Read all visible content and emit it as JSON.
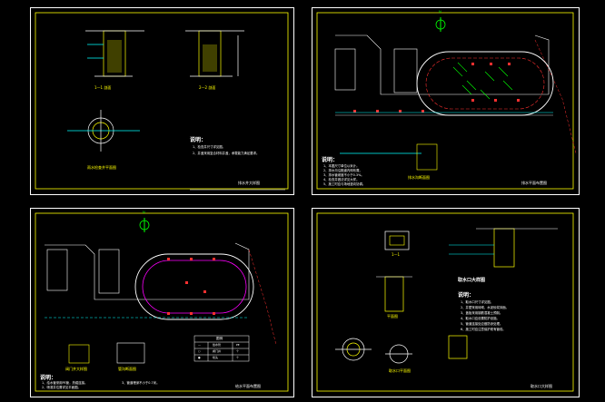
{
  "sheets": {
    "top_left": {
      "title_block": "排水井大样图",
      "notes_title": "说明：",
      "notes": [
        "1、检查井尺寸详见图。",
        "2、井盖采用复合材料井盖，承载能力满足要求。"
      ],
      "captions": [
        "1—1 剖面",
        "2—2 剖面",
        "雨水检查井平面图"
      ]
    },
    "top_right": {
      "title_block": "排水平面布置图",
      "north_label": "N",
      "notes_title": "说明：",
      "notes": [
        "1、本图尺寸单位以米计。",
        "2、排水沟沿跑道内侧布置。",
        "3、排水管坡度不小于0.3%。",
        "4、检查井做法详见大样。",
        "5、施工时应与场地竖向协调。"
      ],
      "captions": [
        "排水沟断面图"
      ]
    },
    "bottom_left": {
      "title_block": "给水平面布置图",
      "north_label": "N",
      "notes_title": "说明：",
      "notes": [
        "1、给水管采用PE管，热熔连接。",
        "2、喷灌井位置详见平面图。",
        "3、管道埋深不小于0.7米。"
      ],
      "table_title": "图例",
      "table_rows": [
        [
          "—",
          "给水管",
          "PE"
        ],
        [
          "○",
          "阀门井",
          "个"
        ],
        [
          "●",
          "喷头",
          "个"
        ]
      ],
      "captions": [
        "阀门井大样图",
        "管沟断面图"
      ]
    },
    "bottom_right": {
      "title_block": "取水口大样图",
      "section_title": "取水口大样图",
      "notes_title": "说明：",
      "notes": [
        "1、取水口尺寸详见图。",
        "2、井壁采用砖砌，水泥砂浆抹面。",
        "3、盖板采用钢筋混凝土预制。",
        "4、取水口应设置防护设施。",
        "5、管道连接处应做防渗处理。",
        "6、施工时应注意保护现有管线。"
      ],
      "captions": [
        "1—1",
        "平面图",
        "取水口平面图"
      ]
    }
  },
  "colors": {
    "frame": "#ffffff",
    "border_inner": "#ffff00",
    "track": "#00ff00",
    "drain": "#ff3030",
    "water": "#00ffff",
    "accent": "#ff00ff"
  }
}
